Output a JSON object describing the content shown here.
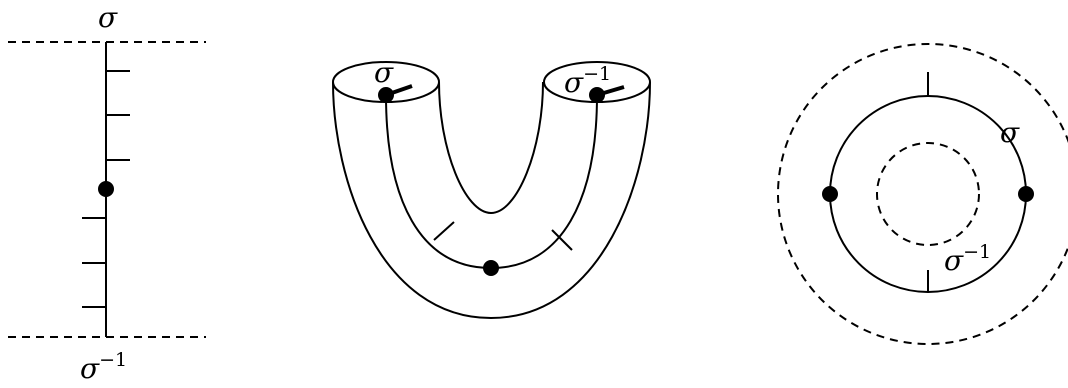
{
  "panels": {
    "strip": {
      "top_label": "σ",
      "bottom_label_base": "σ",
      "bottom_label_exp": "−1"
    },
    "pants": {
      "left_label": "σ",
      "right_label_base": "σ",
      "right_label_exp": "−1"
    },
    "annulus": {
      "outer_label": "σ",
      "inner_label_base": "σ",
      "inner_label_exp": "−1"
    }
  }
}
